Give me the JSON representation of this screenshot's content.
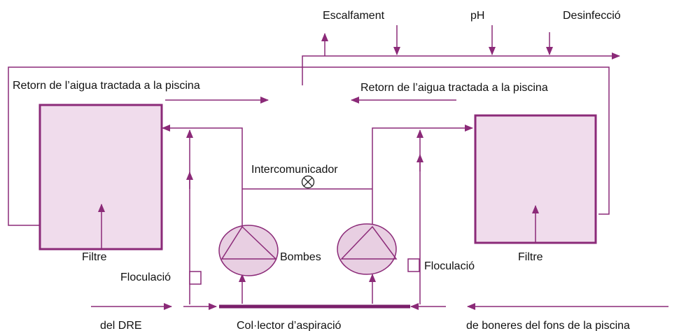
{
  "labels": {
    "heating": "Escalfament",
    "ph": "pH",
    "disinfection": "Desinfecció",
    "return_left": "Retorn de l’aigua tractada a la piscina",
    "return_right": "Retorn de l’aigua tractada a la piscina",
    "intercom": "Intercomunicador",
    "filter_left": "Filtre",
    "filter_right": "Filtre",
    "pumps": "Bombes",
    "floc_left": "Floculació",
    "floc_right": "Floculació",
    "from_dre": "del DRE",
    "collector": "Col·lector d’aspiració",
    "from_bottom": "de boneres del fons de la piscina"
  },
  "colors": {
    "line": "#8b2a78",
    "filter_fill": "#f0dcec",
    "pump_fill": "#e8cfe2",
    "collector": "#7a1f6a"
  }
}
